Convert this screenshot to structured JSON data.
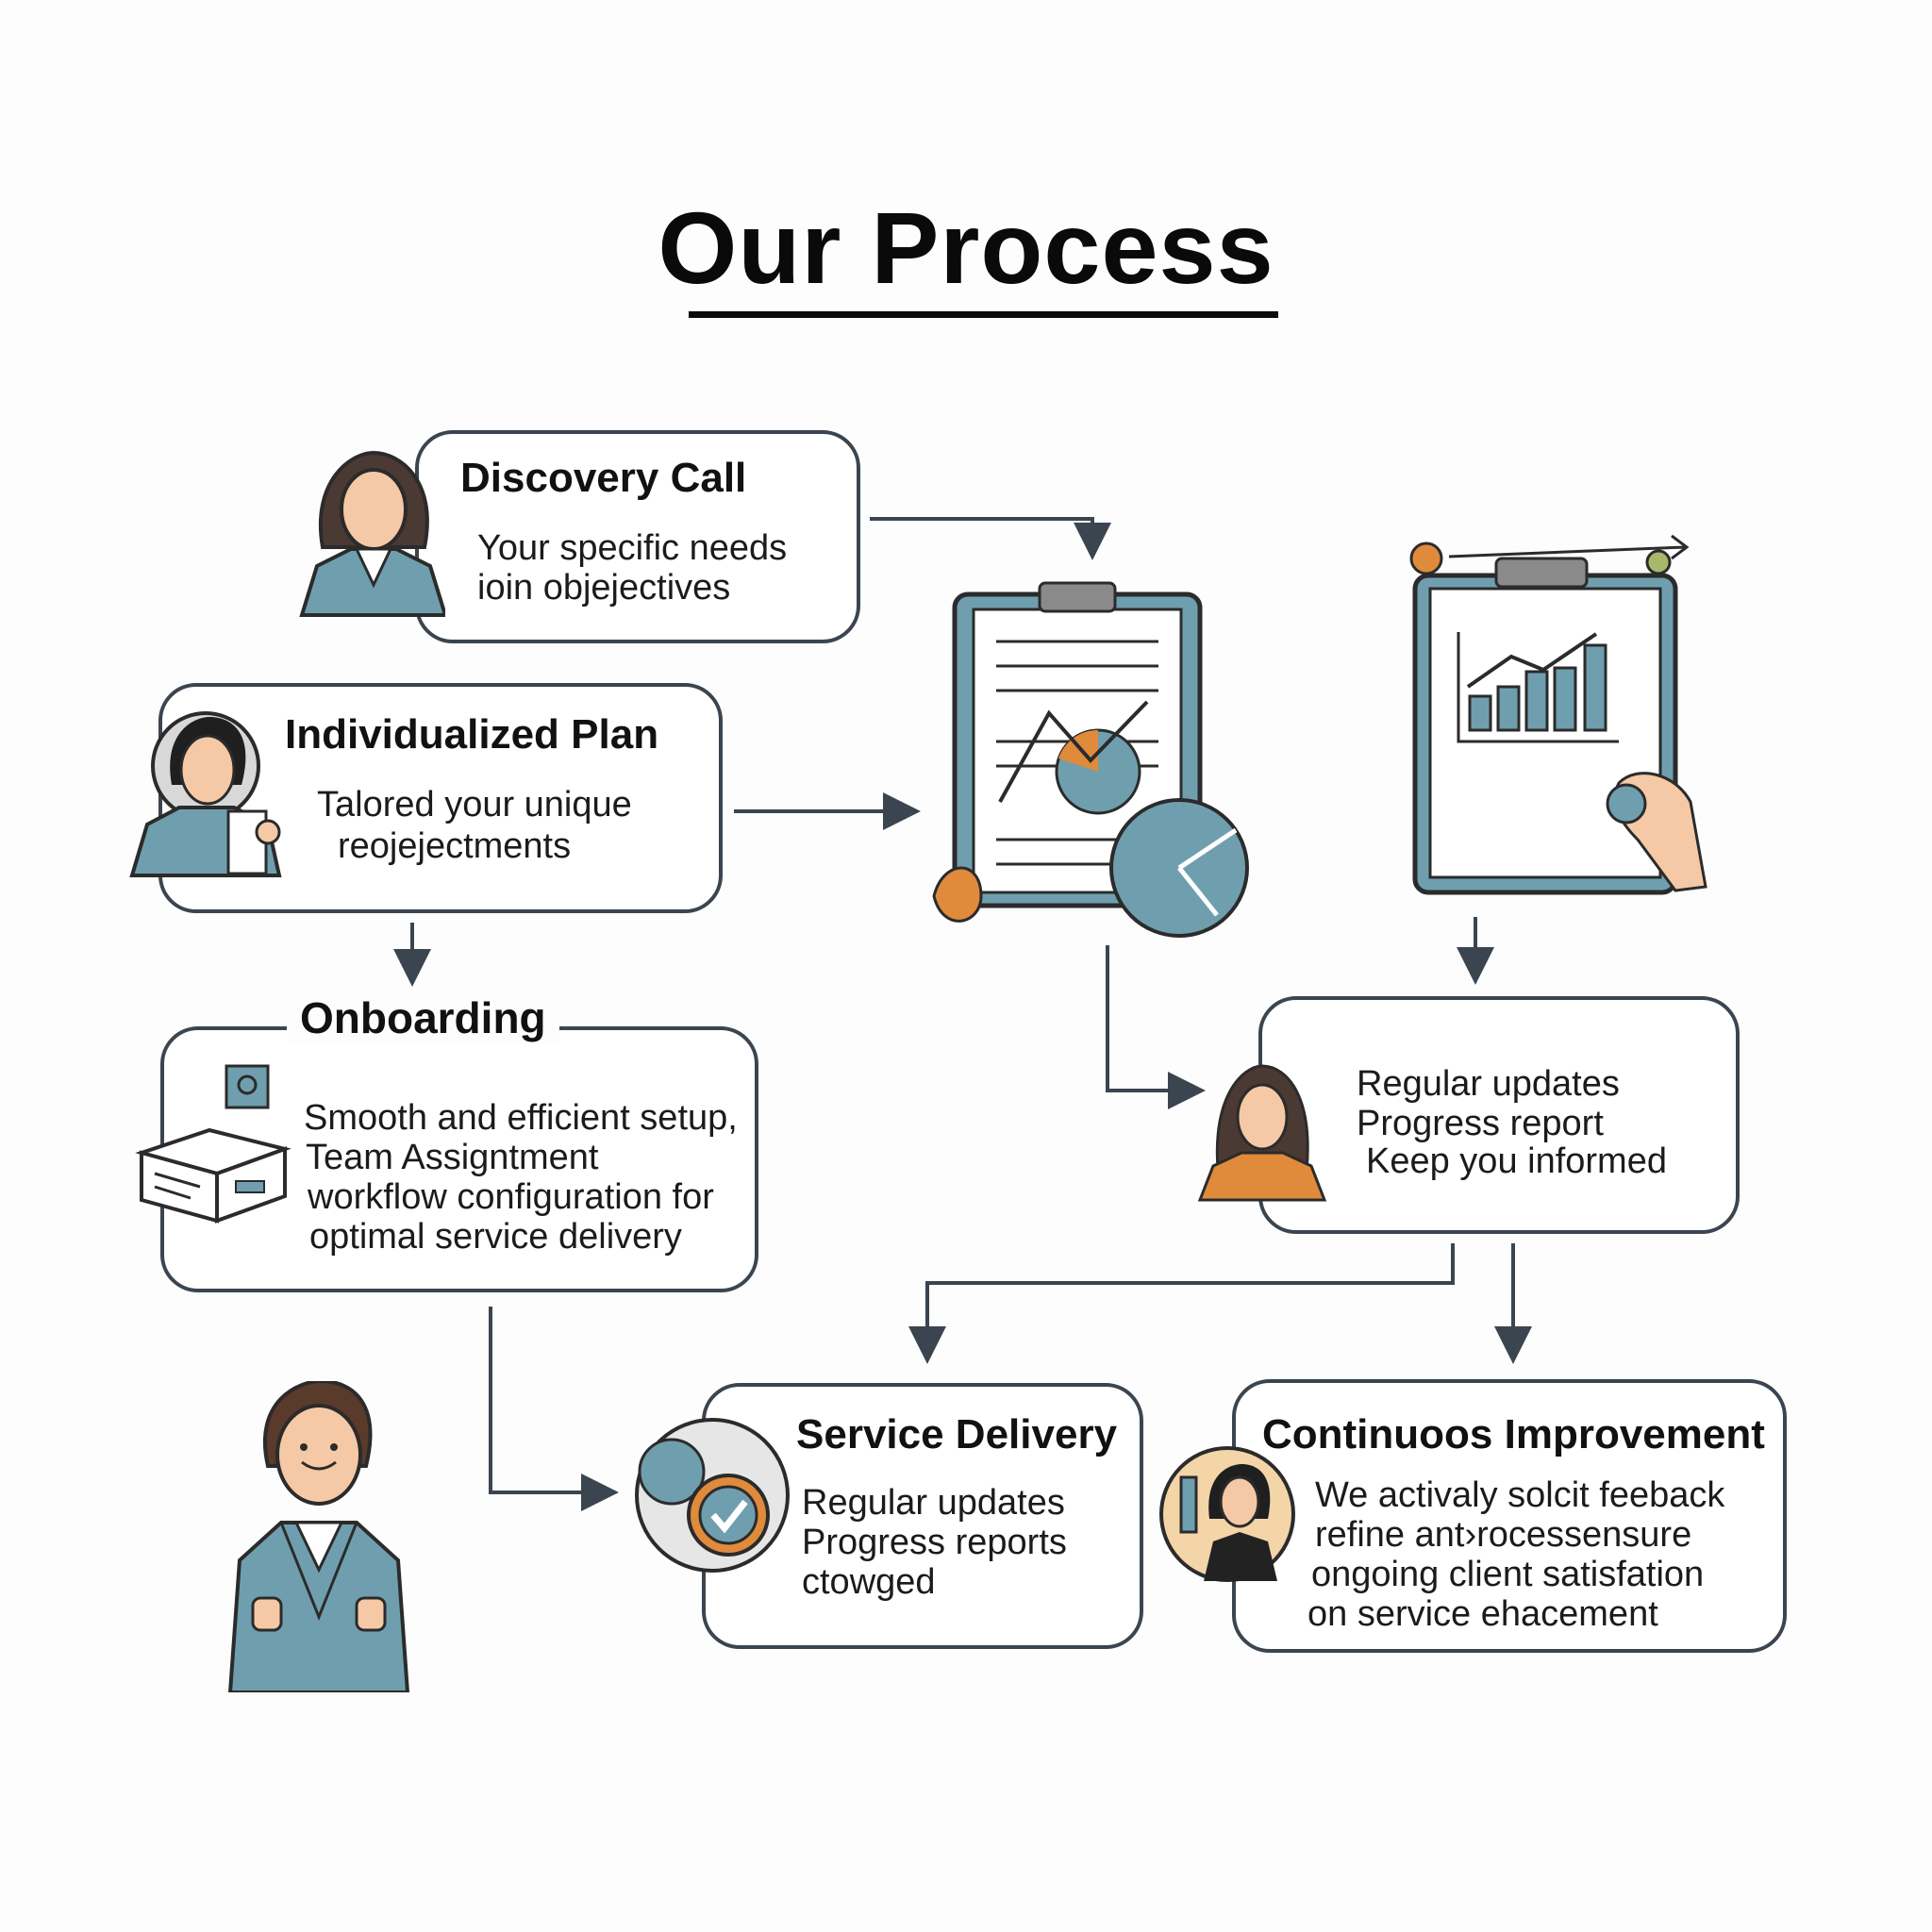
{
  "title": "Our Process",
  "steps": {
    "discovery": {
      "title": "Discovery Call",
      "lines": [
        "Your specific needs",
        "ioin objejectives"
      ]
    },
    "plan": {
      "title": "Individualized Plan",
      "lines": [
        "Talored your unique",
        "reojejectments"
      ]
    },
    "onboarding": {
      "title": "Onboarding",
      "lines": [
        "Smooth and efficient setup,",
        "Team Assigntment",
        "workflow configuration for",
        "optimal service delivery"
      ]
    },
    "updates": {
      "lines": [
        "Regular updates",
        "Progress report",
        "Keep you informed"
      ]
    },
    "delivery": {
      "title": "Service Delivery",
      "lines": [
        "Regular updates",
        "Progress reports",
        "ctowged"
      ]
    },
    "improvement": {
      "title": "Continuoos Improvement",
      "lines": [
        "We activaly solcit feeback",
        "refine ant›rocessensure",
        "ongoing client satisfation",
        "on service ehacement"
      ]
    }
  },
  "colors": {
    "accent_teal": "#6f9fae",
    "accent_orange": "#e08a3c",
    "line_dark": "#3b4550",
    "skin": "#f5c9a6",
    "hair": "#4a3a33"
  },
  "icons": [
    "woman-avatar-icon",
    "clipboard-chart-icon",
    "clipboard-bar-chart-icon",
    "box-setup-icon",
    "checkmark-badge-icon",
    "businesswoman-icon"
  ]
}
